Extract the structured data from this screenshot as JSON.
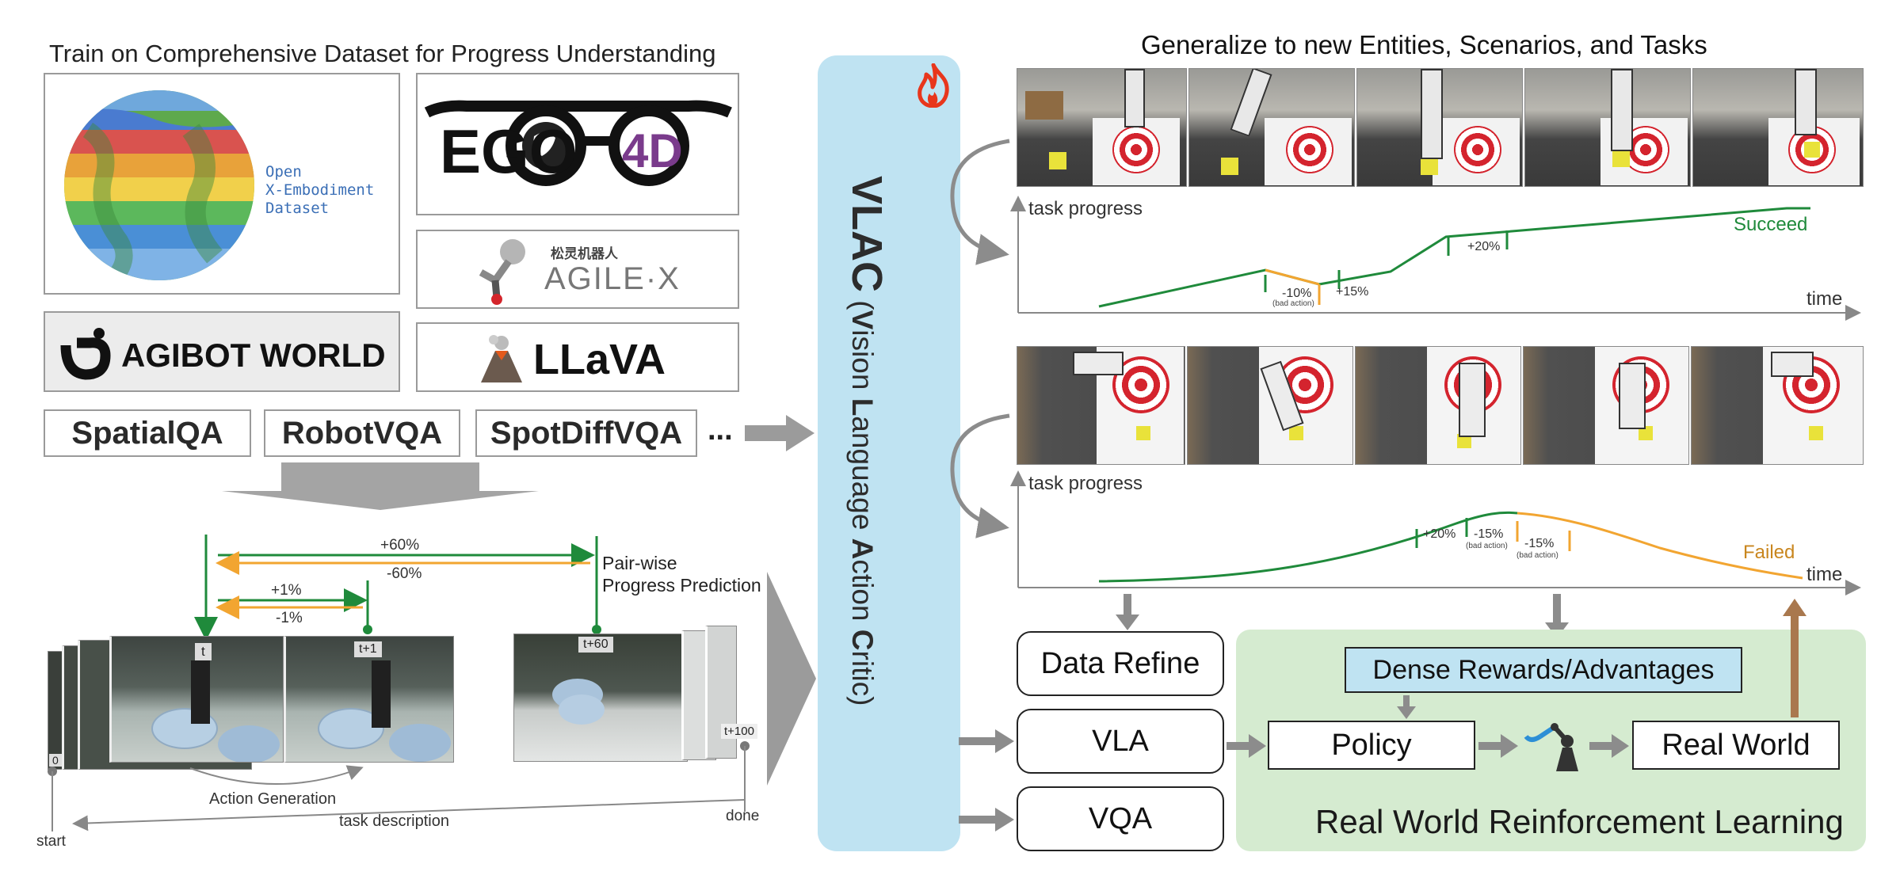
{
  "left": {
    "title": "Train on Comprehensive Dataset for Progress Understanding",
    "oxe_label_1": "Open",
    "oxe_label_2": "X-Embodiment",
    "oxe_label_3": "Dataset",
    "ego_logo_1": "EGO",
    "ego_logo_2": "4D",
    "agilex_cn": "松灵机器人",
    "agilex_text": "AGILE·X",
    "agibot": "AGIBOT WORLD",
    "llava": "LLaVA",
    "qa_datasets": [
      "SpatialQA",
      "RobotVQA",
      "SpotDiffVQA"
    ],
    "ellipsis": "...",
    "pair_plus60": "+60%",
    "pair_minus60": "-60%",
    "pair_plus1": "+1%",
    "pair_minus1": "-1%",
    "pairwise_1": "Pair-wise",
    "pairwise_2": "Progress Prediction",
    "frame_t": "t",
    "frame_t1": "t+1",
    "frame_t60": "t+60",
    "frame_t100": "t+100",
    "frame_0": "0",
    "action_generation": "Action Generation",
    "task_description": "task description",
    "start": "start",
    "done": "done"
  },
  "center": {
    "vlac_big": "VLAC",
    "vlac_open": " (",
    "w1_cap": "V",
    "w1_rest": "ision ",
    "w2_cap": "L",
    "w2_rest": "anguage ",
    "w3_cap": "A",
    "w3_rest": "ction ",
    "w4_cap": "C",
    "w4_rest": "ritic",
    "vlac_close": ")",
    "fire_icon": "fire-icon"
  },
  "right": {
    "title": "Generalize to new Entities, Scenarios, and Tasks",
    "plot1": {
      "ylabel": "task progress",
      "xlabel": "time",
      "outcome": "Succeed",
      "ann_minus10": "-10%",
      "ann_bad": "(bad action)",
      "ann_plus15": "+15%",
      "ann_plus20": "+20%"
    },
    "plot2": {
      "ylabel": "task progress",
      "xlabel": "time",
      "outcome": "Failed",
      "ann_plus20": "+20%",
      "ann_minus15a": "-15%",
      "ann_bad_a": "(bad action)",
      "ann_minus15b": "-15%",
      "ann_bad_b": "(bad action)"
    },
    "data_refine": "Data Refine",
    "vla": "VLA",
    "vqa": "VQA",
    "dense_rewards": "Dense Rewards/Advantages",
    "policy": "Policy",
    "real_world": "Real World",
    "rl_title": "Real World Reinforcement Learning",
    "robot_icon": "robot-arm-icon"
  },
  "colors": {
    "green": "#1f8a3b",
    "orange": "#f2a531",
    "vlac_bg": "#bfe3f2",
    "rl_bg": "#d5ebd0",
    "dense_bg": "#bfe3f2",
    "arrow_gray": "#9b9b9b",
    "brown_arrow": "#a9784e"
  }
}
